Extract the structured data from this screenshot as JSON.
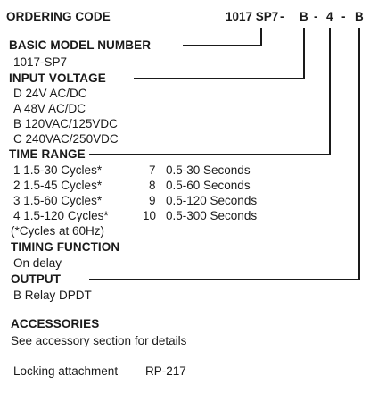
{
  "title": "ORDERING CODE",
  "code": {
    "model": "1017 SP7",
    "d1": "-",
    "v1": "B",
    "d2": "-",
    "v2": "4",
    "d3": "-",
    "v3": "B"
  },
  "basic_model": {
    "heading": "BASIC MODEL NUMBER",
    "value": "1017-SP7"
  },
  "input_voltage": {
    "heading": "INPUT VOLTAGE",
    "options": [
      {
        "code": "D",
        "label": "24V AC/DC"
      },
      {
        "code": "A",
        "label": "48V AC/DC"
      },
      {
        "code": "B",
        "label": "120VAC/125VDC"
      },
      {
        "code": "C",
        "label": "240VAC/250VDC"
      }
    ]
  },
  "time_range": {
    "heading": "TIME RANGE",
    "left": [
      {
        "code": "1",
        "label": "1.5-30 Cycles*"
      },
      {
        "code": "2",
        "label": "1.5-45 Cycles*"
      },
      {
        "code": "3",
        "label": "1.5-60 Cycles*"
      },
      {
        "code": "4",
        "label": "1.5-120 Cycles*"
      }
    ],
    "right": [
      {
        "code": "7",
        "label": "0.5-30 Seconds"
      },
      {
        "code": "8",
        "label": "0.5-60 Seconds"
      },
      {
        "code": "9",
        "label": "0.5-120 Seconds"
      },
      {
        "code": "10",
        "label": "0.5-300 Seconds"
      }
    ],
    "note": "(*Cycles at 60Hz)"
  },
  "timing_function": {
    "heading": "TIMING FUNCTION",
    "value": "On delay"
  },
  "output": {
    "heading": "OUTPUT",
    "value": "B Relay DPDT"
  },
  "accessories": {
    "heading": "ACCESSORIES",
    "text": "See accessory section for details",
    "item_label": "Locking attachment",
    "item_code": "RP-217"
  }
}
